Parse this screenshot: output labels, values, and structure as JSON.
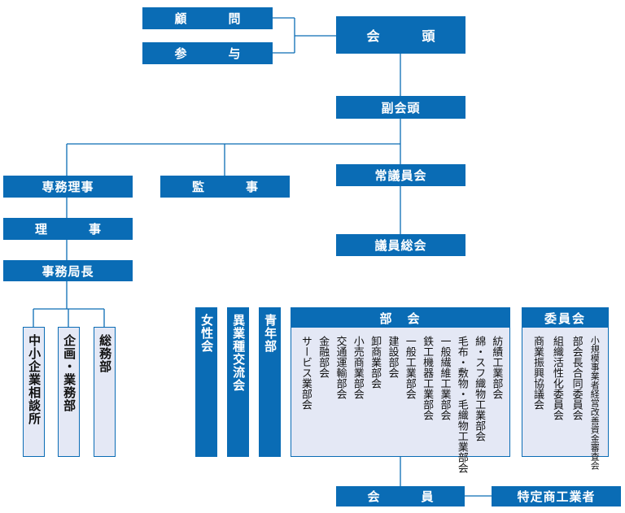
{
  "nodes": {
    "komon": "顧　問",
    "sanyo": "参　与",
    "kaito": "会　頭",
    "fukukaito": "副会頭",
    "senmu": "専務理事",
    "kanji": "監　事",
    "joginin": "常議員会",
    "riji": "理　事",
    "giinsokai": "議員総会",
    "jimukyokucho": "事務局長",
    "kaiin": "会　員",
    "tokutei": "特定商工業者"
  },
  "offices": [
    "中小企業相談所",
    "企画・業務部",
    "総務部"
  ],
  "divisions": [
    "女性会",
    "異業種交流会",
    "青年部"
  ],
  "bukai": {
    "title": "部　会",
    "items": [
      "紡績工業部会",
      "綿・スフ織物工業部会",
      "毛布・敷物・毛織物工業部会",
      "一般繊維工業部会",
      "鉄工機器工業部会",
      "一般工業部会",
      "建設部会",
      "卸商業部会",
      "小売商業部会",
      "交通運輸部会",
      "金融部会",
      "サービス業部会"
    ]
  },
  "iinkai": {
    "title": "委員会",
    "items": [
      "小規模事業者経営改善資金審査会",
      "部会長合同委員会",
      "組織活性化委員会",
      "商業振興協議会"
    ]
  },
  "colors": {
    "accent": "#0a6cb5",
    "light_fill": "#e4e8f5"
  }
}
